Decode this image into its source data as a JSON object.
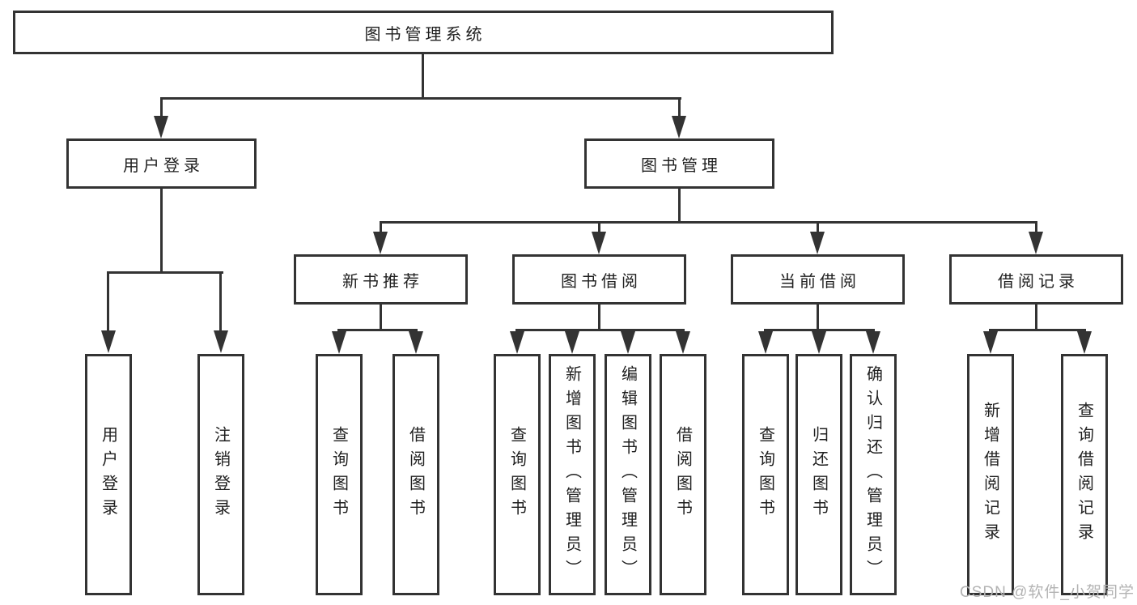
{
  "diagram": {
    "root": {
      "label": "图书管理系统"
    },
    "user_login": {
      "label": "用户登录",
      "children": [
        {
          "label": "用户登录"
        },
        {
          "label": "注销登录"
        }
      ]
    },
    "book_management": {
      "label": "图书管理",
      "groups": [
        {
          "label": "新书推荐",
          "children": [
            {
              "label": "查询图书"
            },
            {
              "label": "借阅图书"
            }
          ]
        },
        {
          "label": "图书借阅",
          "children": [
            {
              "label": "查询图书"
            },
            {
              "label": "新增图书（管理员）"
            },
            {
              "label": "编辑图书（管理员）"
            },
            {
              "label": "借阅图书"
            }
          ]
        },
        {
          "label": "当前借阅",
          "children": [
            {
              "label": "查询图书"
            },
            {
              "label": "归还图书"
            },
            {
              "label": "确认归还（管理员）"
            }
          ]
        },
        {
          "label": "借阅记录",
          "children": [
            {
              "label": "新增借阅记录"
            },
            {
              "label": "查询借阅记录"
            }
          ]
        }
      ]
    }
  },
  "watermark": {
    "text": "CSDN @软件_小贺同学"
  },
  "colors": {
    "line": "#333333",
    "box_fill": "#ffffff",
    "text": "#1f1f1f",
    "watermark": "#b3b3b3",
    "background": "#ffffff"
  }
}
